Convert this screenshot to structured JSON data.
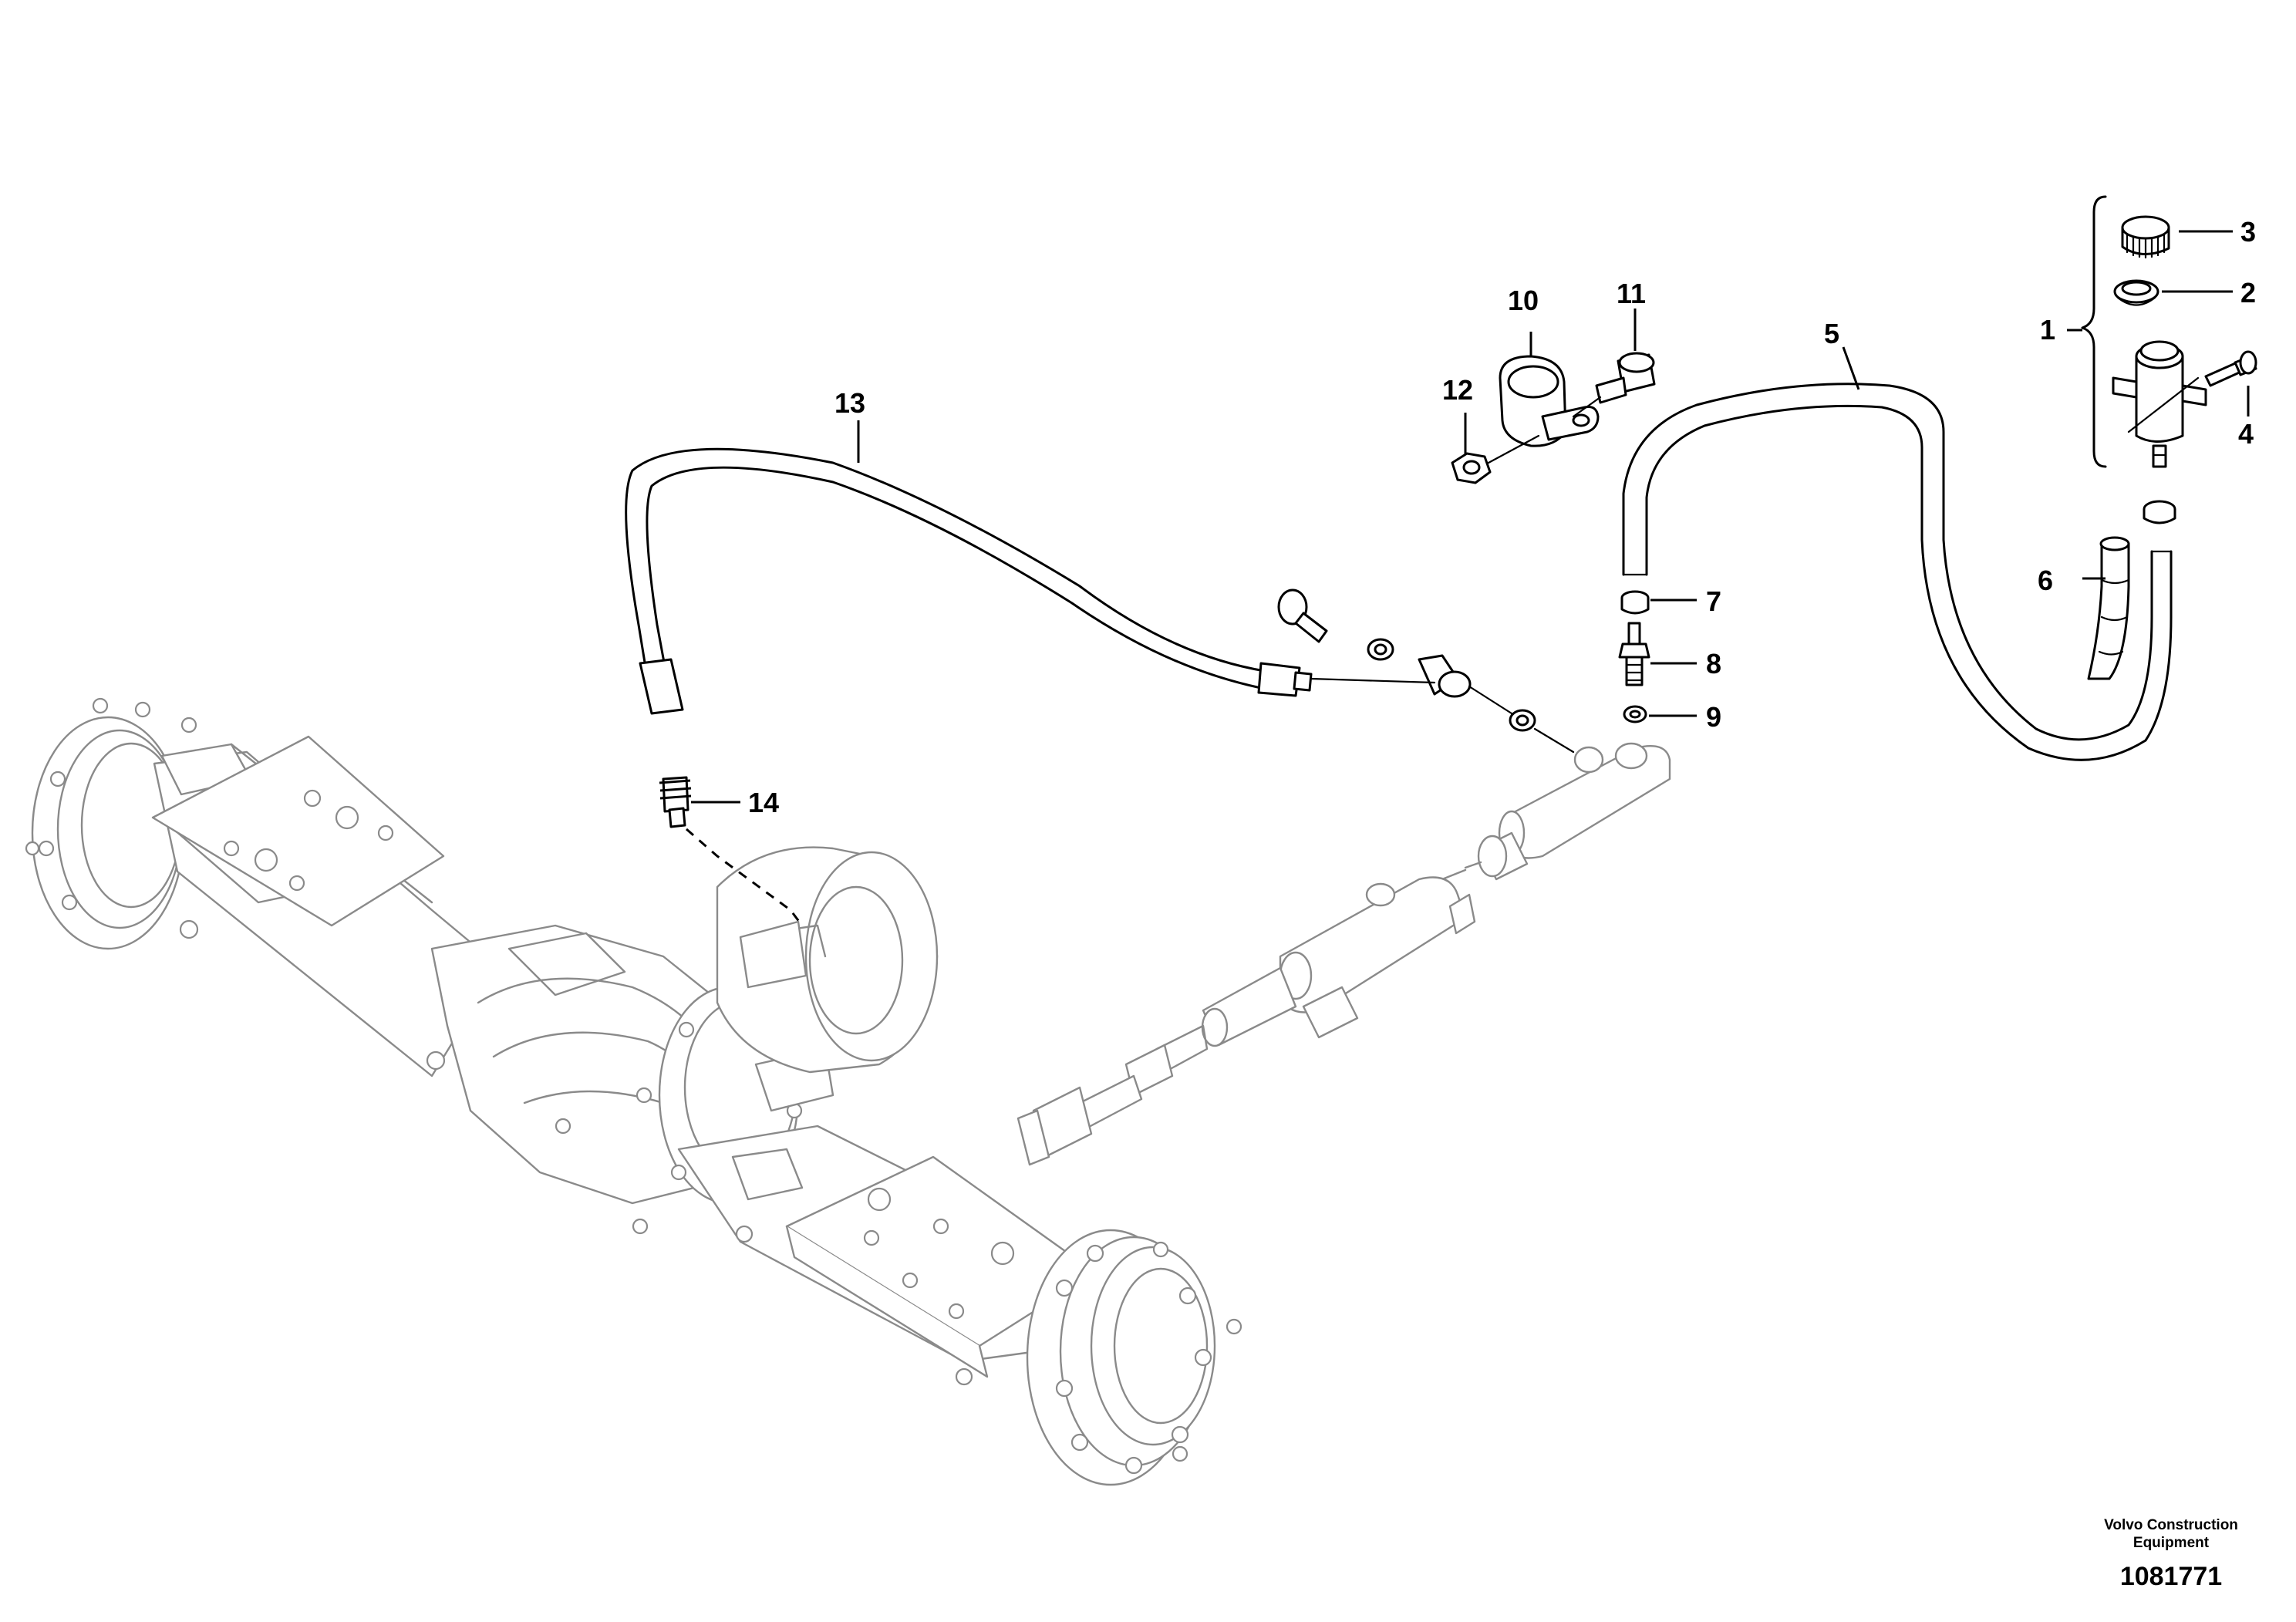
{
  "callouts": {
    "c1": "1",
    "c2": "2",
    "c3": "3",
    "c4": "4",
    "c5": "5",
    "c6": "6",
    "c7": "7",
    "c8": "8",
    "c9": "9",
    "c10": "10",
    "c11": "11",
    "c12": "12",
    "c13": "13",
    "c14": "14"
  },
  "footer": {
    "brand_line1": "Volvo Construction",
    "brand_line2": "Equipment",
    "drawing_number": "1081771"
  }
}
